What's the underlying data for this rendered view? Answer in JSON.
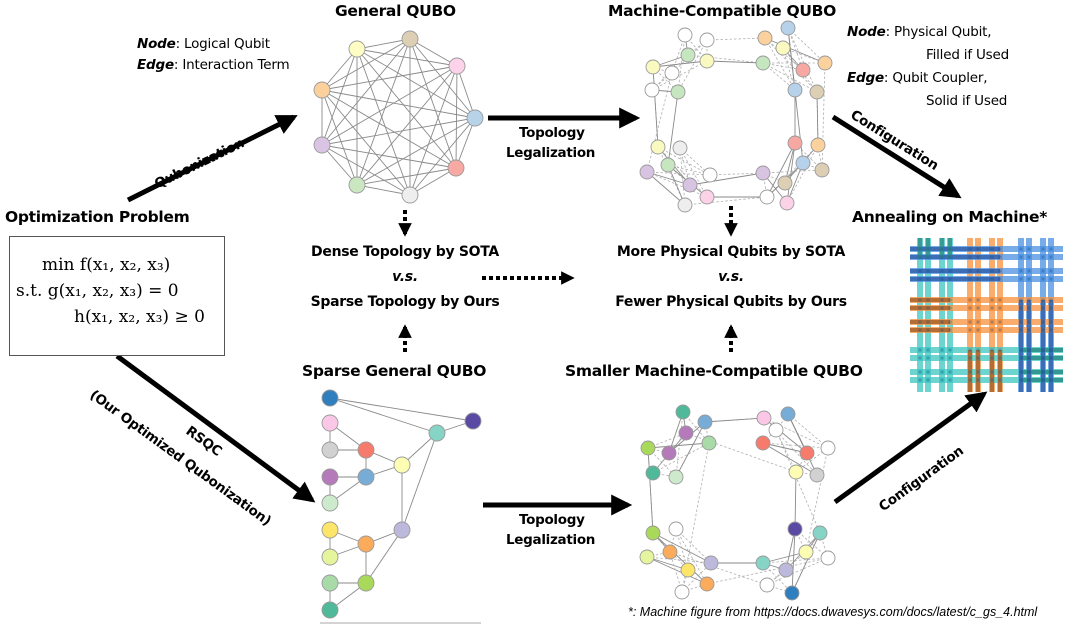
{
  "titles": {
    "optimization_problem": "Optimization Problem",
    "general_qubo": "General QUBO",
    "machine_compatible_qubo": "Machine-Compatible QUBO",
    "annealing_on_machine": "Annealing on Machine*",
    "sparse_general_qubo": "Sparse General QUBO",
    "smaller_machine_compatible_qubo": "Smaller Machine-Compatible QUBO"
  },
  "legend_general": {
    "node_key": "Node",
    "node_value": ": Logical Qubit",
    "edge_key": "Edge",
    "edge_value": ": Interaction Term"
  },
  "legend_machine": {
    "node_key": "Node",
    "node_value": ": Physical Qubit,",
    "node_value_2": "Filled if Used",
    "edge_key": "Edge",
    "edge_value": ": Qubit Coupler,",
    "edge_value_2": "Solid if Used"
  },
  "optimization": {
    "line1": "min f(x₁, x₂, x₃)",
    "line2": "s.t.  g(x₁, x₂, x₃) = 0",
    "line3": "h(x₁, x₂, x₃) ≥ 0"
  },
  "arrows": {
    "qubonization": "Qubonization",
    "topology_legalization_top_1": "Topology",
    "topology_legalization_top_2": "Legalization",
    "configuration_top": "Configuration",
    "rsqc": "RSQC",
    "rsqc_sub": "(Our Optimized Qubonization)",
    "topology_legalization_bottom_1": "Topology",
    "topology_legalization_bottom_2": "Legalization",
    "configuration_bottom": "Configuration"
  },
  "comparisons": {
    "topology_sota": "Dense Topology by SOTA",
    "topology_vs": "v.s.",
    "topology_ours": "Sparse Topology by Ours",
    "qubits_sota": "More Physical Qubits by SOTA",
    "qubits_vs": "v.s.",
    "qubits_ours": "Fewer Physical Qubits by Ours"
  },
  "footnote": "*: Machine figure from https://docs.dwavesys.com/docs/latest/c_gs_4.html",
  "colors": {
    "edge": "#8a8a8a",
    "node_stroke": "#9a9a9a",
    "arrow": "#000000",
    "grid_teal": "#3cc6c0",
    "grid_orange": "#f7903a",
    "grid_blue": "#4a90e2",
    "grid_teal_dark": "#2a8c86",
    "grid_orange_dark": "#a8622a",
    "grid_blue_dark": "#2d5ea8"
  },
  "graphs": {
    "general_qubo": {
      "nodes": [
        {
          "id": "yellow",
          "color": "#fdfdc4"
        },
        {
          "id": "tan",
          "color": "#dccfb4"
        },
        {
          "id": "pink",
          "color": "#fcd3ea"
        },
        {
          "id": "blue",
          "color": "#b7d3ea"
        },
        {
          "id": "red",
          "color": "#f8a9a3"
        },
        {
          "id": "white",
          "color": "#eeeeee"
        },
        {
          "id": "green",
          "color": "#cbe7c1"
        },
        {
          "id": "purple",
          "color": "#d9c4e3"
        },
        {
          "id": "orange",
          "color": "#fbd09c"
        }
      ],
      "complete": true
    },
    "sparse_qubo": {
      "nodes": [
        {
          "id": "n1",
          "color": "#2f7fbf"
        },
        {
          "id": "n2",
          "color": "#fac8e6"
        },
        {
          "id": "n3",
          "color": "#d1d1d1"
        },
        {
          "id": "n4",
          "color": "#b57ab9"
        },
        {
          "id": "n5",
          "color": "#cdebcc"
        },
        {
          "id": "n6",
          "color": "#fde56a"
        },
        {
          "id": "n7",
          "color": "#e4f59d"
        },
        {
          "id": "n8",
          "color": "#a8dba7"
        },
        {
          "id": "n9",
          "color": "#4fb99a"
        },
        {
          "id": "n10",
          "color": "#f77b6d"
        },
        {
          "id": "n11",
          "color": "#76acd6"
        },
        {
          "id": "n12",
          "color": "#fdfdb4"
        },
        {
          "id": "n13",
          "color": "#85d4c6"
        },
        {
          "id": "n14",
          "color": "#5a4aa3"
        },
        {
          "id": "n15",
          "color": "#fbab5c"
        },
        {
          "id": "n16",
          "color": "#bcb9dd"
        },
        {
          "id": "n17",
          "color": "#a9d95a"
        }
      ],
      "edges": [
        [
          "n1",
          "n13"
        ],
        [
          "n1",
          "n14"
        ],
        [
          "n13",
          "n14"
        ],
        [
          "n2",
          "n3"
        ],
        [
          "n2",
          "n10"
        ],
        [
          "n3",
          "n10"
        ],
        [
          "n10",
          "n11"
        ],
        [
          "n10",
          "n12"
        ],
        [
          "n4",
          "n11"
        ],
        [
          "n4",
          "n5"
        ],
        [
          "n5",
          "n11"
        ],
        [
          "n11",
          "n12"
        ],
        [
          "n12",
          "n13"
        ],
        [
          "n12",
          "n16"
        ],
        [
          "n13",
          "n16"
        ],
        [
          "n6",
          "n7"
        ],
        [
          "n6",
          "n15"
        ],
        [
          "n7",
          "n15"
        ],
        [
          "n15",
          "n16"
        ],
        [
          "n15",
          "n17"
        ],
        [
          "n16",
          "n17"
        ],
        [
          "n8",
          "n17"
        ],
        [
          "n8",
          "n9"
        ],
        [
          "n9",
          "n17"
        ]
      ]
    }
  },
  "machine_grid": {
    "column_groups": [
      "teal",
      "orange",
      "blue"
    ],
    "row_groups": [
      "blue",
      "orange",
      "teal"
    ]
  }
}
